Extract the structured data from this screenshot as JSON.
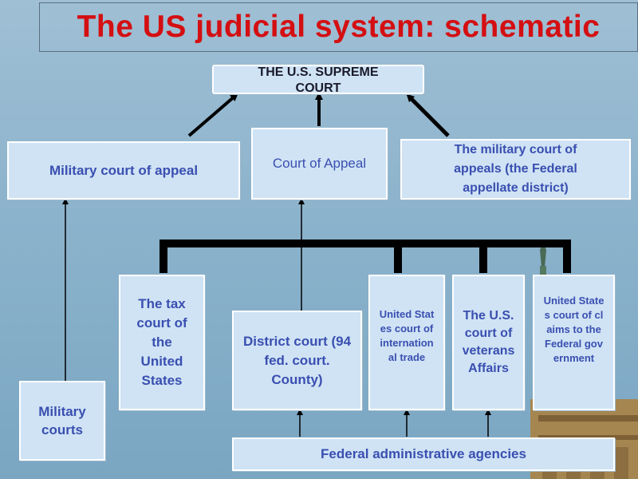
{
  "title": "The US judicial system: schematic",
  "nodes": {
    "supreme_court": "THE U.S. SUPREME COURT",
    "military_court_of_appeal": "Military court of appeal",
    "court_of_appeal": "Court of Appeal",
    "military_court_of_appeals_federal": "The military court of appeals (the Federal appellate district)",
    "tax_court": "The tax court of the United States",
    "district_court": "District court (94 fed. court. County)",
    "international_trade_court": "United States court of international trade",
    "veterans_affairs_court": "The U.S. court of veterans Affairs",
    "federal_claims_court": "United States court of claims to the Federal government",
    "military_courts": "Military courts",
    "federal_agencies": "Federal administrative agencies"
  },
  "colors": {
    "title": "#d40f12",
    "box_fill": "#cfe3f5",
    "box_text": "#3a4fb0",
    "connector": "#000000"
  }
}
